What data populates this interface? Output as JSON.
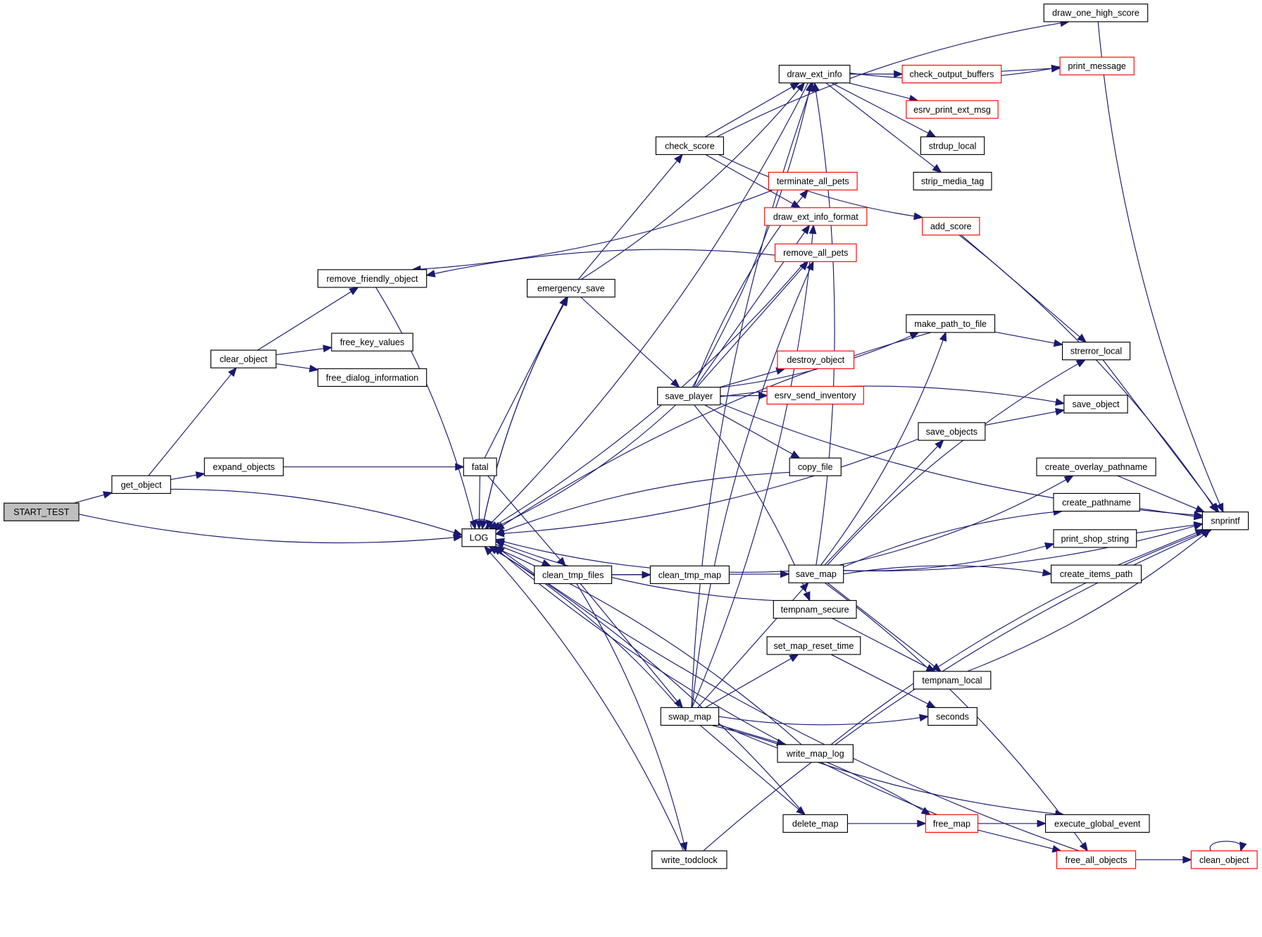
{
  "diagram": {
    "type": "call-graph",
    "edge_color": "#191970",
    "root_fill": "#bfbfbf",
    "incomplete_border": "#ff0000",
    "nodes": [
      {
        "id": "START_TEST",
        "label": "START_TEST",
        "kind": "root"
      },
      {
        "id": "get_object",
        "label": "get_object",
        "kind": "normal"
      },
      {
        "id": "clear_object",
        "label": "clear_object",
        "kind": "normal"
      },
      {
        "id": "expand_objects",
        "label": "expand_objects",
        "kind": "normal"
      },
      {
        "id": "remove_friendly_object",
        "label": "remove_friendly_object",
        "kind": "normal"
      },
      {
        "id": "free_key_values",
        "label": "free_key_values",
        "kind": "normal"
      },
      {
        "id": "free_dialog_information",
        "label": "free_dialog_information",
        "kind": "normal"
      },
      {
        "id": "fatal",
        "label": "fatal",
        "kind": "normal"
      },
      {
        "id": "LOG",
        "label": "LOG",
        "kind": "normal"
      },
      {
        "id": "emergency_save",
        "label": "emergency_save",
        "kind": "normal"
      },
      {
        "id": "check_score",
        "label": "check_score",
        "kind": "normal"
      },
      {
        "id": "draw_ext_info",
        "label": "draw_ext_info",
        "kind": "normal"
      },
      {
        "id": "save_player",
        "label": "save_player",
        "kind": "normal"
      },
      {
        "id": "clean_tmp_files",
        "label": "clean_tmp_files",
        "kind": "normal"
      },
      {
        "id": "clean_tmp_map",
        "label": "clean_tmp_map",
        "kind": "normal"
      },
      {
        "id": "swap_map",
        "label": "swap_map",
        "kind": "normal"
      },
      {
        "id": "write_todclock",
        "label": "write_todclock",
        "kind": "normal"
      },
      {
        "id": "draw_one_high_score",
        "label": "draw_one_high_score",
        "kind": "normal"
      },
      {
        "id": "print_message",
        "label": "print_message",
        "kind": "incomplete"
      },
      {
        "id": "check_output_buffers",
        "label": "check_output_buffers",
        "kind": "incomplete"
      },
      {
        "id": "esrv_print_ext_msg",
        "label": "esrv_print_ext_msg",
        "kind": "incomplete"
      },
      {
        "id": "strdup_local",
        "label": "strdup_local",
        "kind": "normal"
      },
      {
        "id": "strip_media_tag",
        "label": "strip_media_tag",
        "kind": "normal"
      },
      {
        "id": "terminate_all_pets",
        "label": "terminate_all_pets",
        "kind": "incomplete"
      },
      {
        "id": "draw_ext_info_format",
        "label": "draw_ext_info_format",
        "kind": "incomplete"
      },
      {
        "id": "add_score",
        "label": "add_score",
        "kind": "incomplete"
      },
      {
        "id": "remove_all_pets",
        "label": "remove_all_pets",
        "kind": "incomplete"
      },
      {
        "id": "make_path_to_file",
        "label": "make_path_to_file",
        "kind": "normal"
      },
      {
        "id": "strerror_local",
        "label": "strerror_local",
        "kind": "normal"
      },
      {
        "id": "destroy_object",
        "label": "destroy_object",
        "kind": "incomplete"
      },
      {
        "id": "esrv_send_inventory",
        "label": "esrv_send_inventory",
        "kind": "incomplete"
      },
      {
        "id": "save_object",
        "label": "save_object",
        "kind": "normal"
      },
      {
        "id": "save_objects",
        "label": "save_objects",
        "kind": "normal"
      },
      {
        "id": "copy_file",
        "label": "copy_file",
        "kind": "normal"
      },
      {
        "id": "create_overlay_pathname",
        "label": "create_overlay_pathname",
        "kind": "normal"
      },
      {
        "id": "create_pathname",
        "label": "create_pathname",
        "kind": "normal"
      },
      {
        "id": "snprintf",
        "label": "snprintf",
        "kind": "normal"
      },
      {
        "id": "print_shop_string",
        "label": "print_shop_string",
        "kind": "normal"
      },
      {
        "id": "save_map",
        "label": "save_map",
        "kind": "normal"
      },
      {
        "id": "create_items_path",
        "label": "create_items_path",
        "kind": "normal"
      },
      {
        "id": "tempnam_secure",
        "label": "tempnam_secure",
        "kind": "normal"
      },
      {
        "id": "set_map_reset_time",
        "label": "set_map_reset_time",
        "kind": "normal"
      },
      {
        "id": "tempnam_local",
        "label": "tempnam_local",
        "kind": "normal"
      },
      {
        "id": "seconds",
        "label": "seconds",
        "kind": "normal"
      },
      {
        "id": "write_map_log",
        "label": "write_map_log",
        "kind": "normal"
      },
      {
        "id": "delete_map",
        "label": "delete_map",
        "kind": "normal"
      },
      {
        "id": "free_map",
        "label": "free_map",
        "kind": "incomplete"
      },
      {
        "id": "execute_global_event",
        "label": "execute_global_event",
        "kind": "normal"
      },
      {
        "id": "free_all_objects",
        "label": "free_all_objects",
        "kind": "incomplete"
      },
      {
        "id": "clean_object",
        "label": "clean_object",
        "kind": "incomplete"
      }
    ],
    "edges": [
      [
        "START_TEST",
        "get_object"
      ],
      [
        "START_TEST",
        "LOG"
      ],
      [
        "get_object",
        "clear_object"
      ],
      [
        "get_object",
        "expand_objects"
      ],
      [
        "get_object",
        "LOG"
      ],
      [
        "clear_object",
        "remove_friendly_object"
      ],
      [
        "clear_object",
        "free_key_values"
      ],
      [
        "clear_object",
        "free_dialog_information"
      ],
      [
        "remove_friendly_object",
        "LOG"
      ],
      [
        "expand_objects",
        "fatal"
      ],
      [
        "fatal",
        "LOG"
      ],
      [
        "fatal",
        "emergency_save"
      ],
      [
        "fatal",
        "clean_tmp_files"
      ],
      [
        "LOG",
        "LOG"
      ],
      [
        "LOG",
        "emergency_save"
      ],
      [
        "LOG",
        "clean_tmp_files"
      ],
      [
        "emergency_save",
        "check_score"
      ],
      [
        "emergency_save",
        "draw_ext_info"
      ],
      [
        "emergency_save",
        "save_player"
      ],
      [
        "emergency_save",
        "LOG"
      ],
      [
        "check_score",
        "draw_one_high_score"
      ],
      [
        "check_score",
        "draw_ext_info"
      ],
      [
        "check_score",
        "draw_ext_info_format"
      ],
      [
        "check_score",
        "add_score"
      ],
      [
        "draw_ext_info",
        "LOG"
      ],
      [
        "draw_ext_info",
        "print_message"
      ],
      [
        "draw_ext_info",
        "check_output_buffers"
      ],
      [
        "draw_ext_info",
        "esrv_print_ext_msg"
      ],
      [
        "draw_ext_info",
        "strdup_local"
      ],
      [
        "draw_ext_info",
        "strip_media_tag"
      ],
      [
        "check_output_buffers",
        "print_message"
      ],
      [
        "draw_one_high_score",
        "snprintf"
      ],
      [
        "terminate_all_pets",
        "remove_friendly_object"
      ],
      [
        "remove_all_pets",
        "remove_friendly_object"
      ],
      [
        "remove_all_pets",
        "LOG"
      ],
      [
        "add_score",
        "strerror_local"
      ],
      [
        "add_score",
        "snprintf"
      ],
      [
        "save_player",
        "draw_ext_info"
      ],
      [
        "save_player",
        "terminate_all_pets"
      ],
      [
        "save_player",
        "draw_ext_info_format"
      ],
      [
        "save_player",
        "remove_all_pets"
      ],
      [
        "save_player",
        "make_path_to_file"
      ],
      [
        "save_player",
        "destroy_object"
      ],
      [
        "save_player",
        "esrv_send_inventory"
      ],
      [
        "save_player",
        "save_object"
      ],
      [
        "save_player",
        "copy_file"
      ],
      [
        "save_player",
        "tempnam_secure"
      ],
      [
        "save_player",
        "snprintf"
      ],
      [
        "save_player",
        "LOG"
      ],
      [
        "copy_file",
        "LOG"
      ],
      [
        "make_path_to_file",
        "strerror_local"
      ],
      [
        "make_path_to_file",
        "LOG"
      ],
      [
        "strerror_local",
        "snprintf"
      ],
      [
        "save_objects",
        "save_object"
      ],
      [
        "save_objects",
        "LOG"
      ],
      [
        "create_overlay_pathname",
        "snprintf"
      ],
      [
        "create_pathname",
        "snprintf"
      ],
      [
        "print_shop_string",
        "snprintf"
      ],
      [
        "create_items_path",
        "snprintf"
      ],
      [
        "clean_tmp_files",
        "clean_tmp_map"
      ],
      [
        "clean_tmp_files",
        "save_map"
      ],
      [
        "clean_tmp_files",
        "swap_map"
      ],
      [
        "clean_tmp_files",
        "write_todclock"
      ],
      [
        "save_map",
        "make_path_to_file"
      ],
      [
        "save_map",
        "save_objects"
      ],
      [
        "save_map",
        "create_overlay_pathname"
      ],
      [
        "save_map",
        "create_pathname"
      ],
      [
        "save_map",
        "print_shop_string"
      ],
      [
        "save_map",
        "create_items_path"
      ],
      [
        "save_map",
        "tempnam_local"
      ],
      [
        "save_map",
        "strerror_local"
      ],
      [
        "save_map",
        "snprintf"
      ],
      [
        "save_map",
        "free_all_objects"
      ],
      [
        "save_map",
        "draw_ext_info"
      ],
      [
        "save_map",
        "LOG"
      ],
      [
        "tempnam_secure",
        "tempnam_local"
      ],
      [
        "tempnam_secure",
        "LOG"
      ],
      [
        "tempnam_local",
        "snprintf"
      ],
      [
        "set_map_reset_time",
        "seconds"
      ],
      [
        "swap_map",
        "save_map"
      ],
      [
        "swap_map",
        "set_map_reset_time"
      ],
      [
        "swap_map",
        "seconds"
      ],
      [
        "swap_map",
        "write_map_log"
      ],
      [
        "swap_map",
        "delete_map"
      ],
      [
        "swap_map",
        "free_map"
      ],
      [
        "swap_map",
        "execute_global_event"
      ],
      [
        "swap_map",
        "draw_ext_info"
      ],
      [
        "swap_map",
        "draw_ext_info_format"
      ],
      [
        "swap_map",
        "remove_all_pets"
      ],
      [
        "swap_map",
        "LOG"
      ],
      [
        "write_map_log",
        "snprintf"
      ],
      [
        "write_map_log",
        "LOG"
      ],
      [
        "delete_map",
        "free_map"
      ],
      [
        "delete_map",
        "LOG"
      ],
      [
        "free_map",
        "execute_global_event"
      ],
      [
        "free_map",
        "free_all_objects"
      ],
      [
        "free_map",
        "LOG"
      ],
      [
        "free_all_objects",
        "clean_object"
      ],
      [
        "free_all_objects",
        "LOG"
      ],
      [
        "clean_object",
        "clean_object"
      ],
      [
        "write_todclock",
        "snprintf"
      ],
      [
        "write_todclock",
        "LOG"
      ]
    ]
  }
}
